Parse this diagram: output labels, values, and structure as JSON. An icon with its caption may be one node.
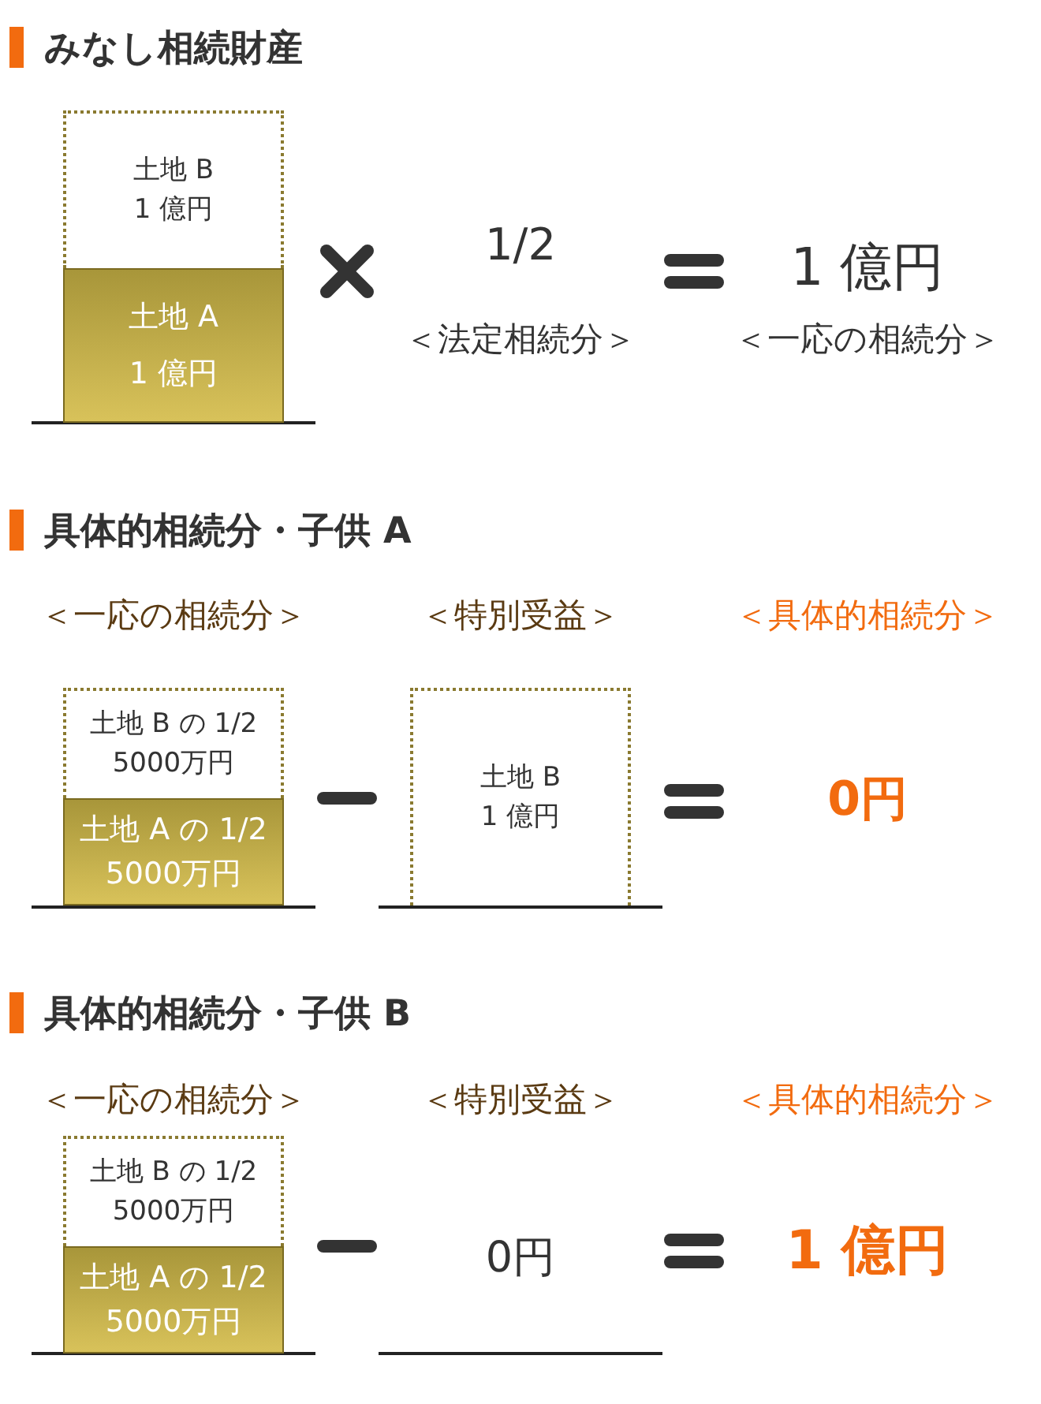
{
  "diagram": {
    "nodes": [
      {
        "text": [
          "土地 B",
          "1 億円"
        ]
      },
      {
        "text": [
          "土地 A",
          "1 億円"
        ]
      },
      {
        "text": [
          "土地 B の 1/2",
          "5000万円"
        ]
      },
      {
        "text": [
          "土地 A の 1/2",
          "5000万円"
        ]
      },
      {
        "text": [
          "土地 B",
          "1 億円"
        ]
      },
      {
        "text": [
          "土地 B の 1/2",
          "5000万円"
        ]
      },
      {
        "text": [
          "土地 A の 1/2",
          "5000万円"
        ]
      }
    ],
    "labels": [
      "みなし相続財産",
      "1/2",
      "1 億円",
      "＜法定相続分＞",
      "＜一応の相続分＞",
      "具体的相続分・子供 A",
      "＜一応の相続分＞",
      "＜特別受益＞",
      "＜具体的相続分＞",
      "0円",
      "具体的相続分・子供 B",
      "＜一応の相続分＞",
      "＜特別受益＞",
      "＜具体的相続分＞",
      "0円",
      "1 億円"
    ]
  }
}
